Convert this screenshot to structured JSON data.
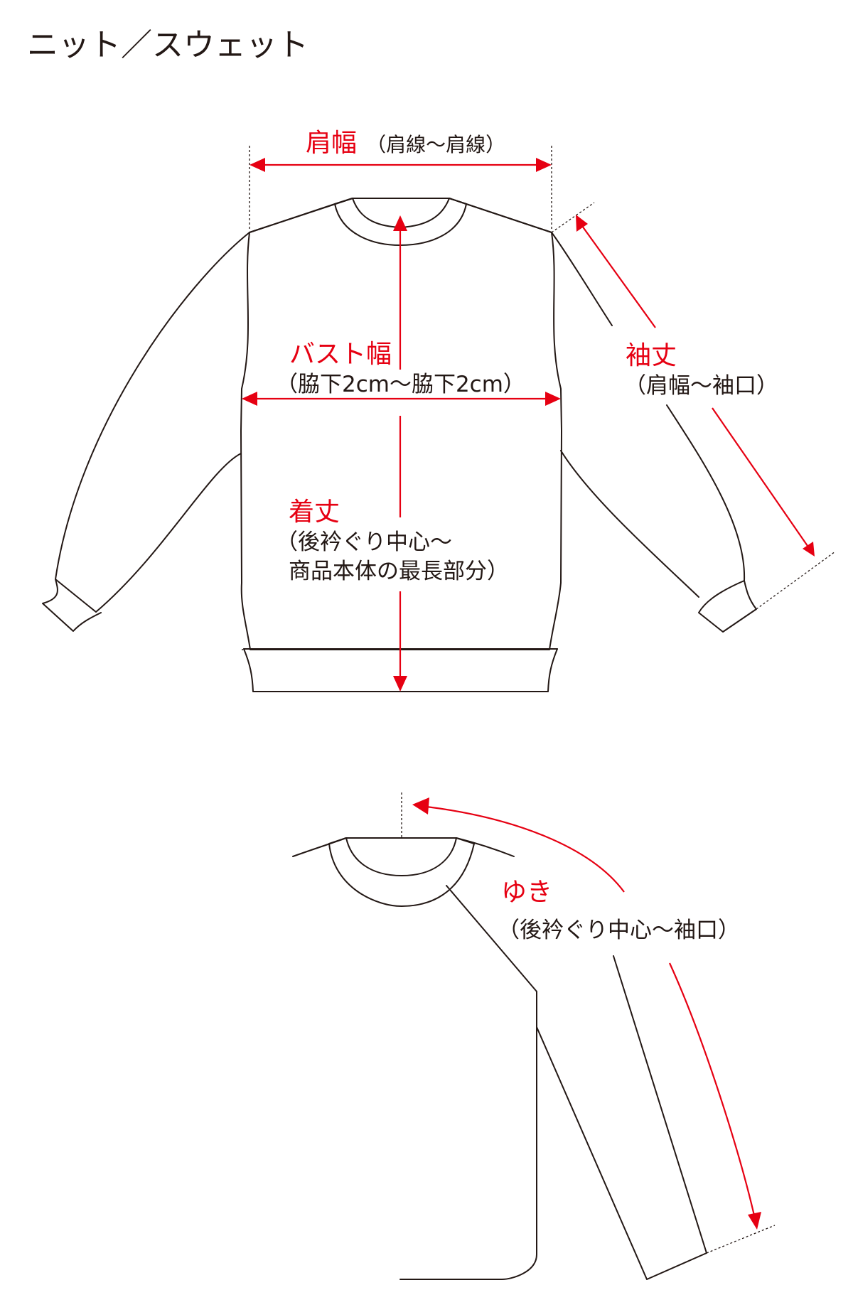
{
  "title": "ニット／スウェット",
  "colors": {
    "accent": "#e60012",
    "line": "#231815",
    "background": "#ffffff"
  },
  "measurements": {
    "shoulder_width": {
      "label": "肩幅",
      "note": "（肩線〜肩線）"
    },
    "bust_width": {
      "label": "バスト幅",
      "note": "（脇下2cm〜脇下2cm）"
    },
    "sleeve_length": {
      "label": "袖丈",
      "note": "（肩幅〜袖口）"
    },
    "body_length": {
      "label": "着丈",
      "note_line1": "（後衿ぐり中心〜",
      "note_line2": "商品本体の最長部分）"
    },
    "yuki": {
      "label": "ゆき",
      "note": "（後衿ぐり中心〜袖口）"
    }
  }
}
